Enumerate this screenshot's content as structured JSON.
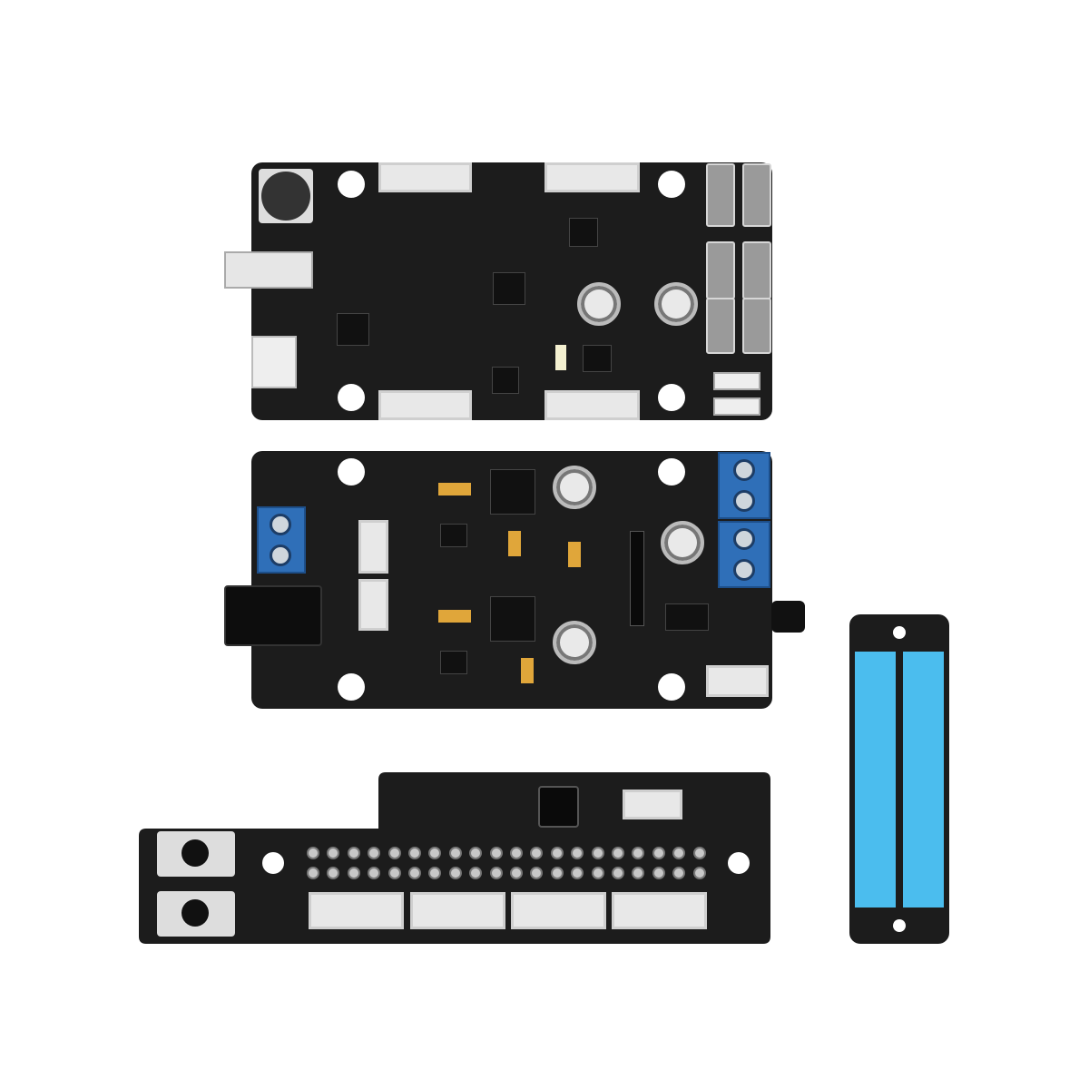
{
  "colors": {
    "pcb": "#1c1c1c",
    "terminal_block": "#2f6fb8",
    "adhesive_strip": "#4bbdee",
    "connector": "#e8e8e8",
    "background": "#ffffff"
  },
  "components": {
    "boards": [
      "main-controller-board",
      "power-driver-board",
      "button-header-board",
      "adhesive-mount-strip"
    ]
  }
}
